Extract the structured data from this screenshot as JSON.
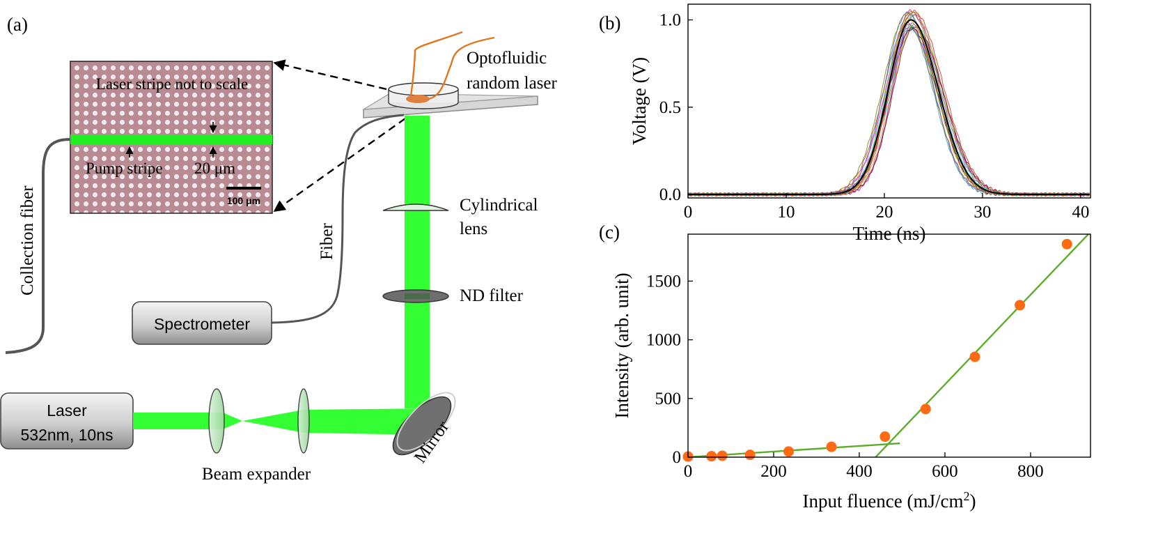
{
  "panels": {
    "a": "(a)",
    "b": "(b)",
    "c": "(c)"
  },
  "setup": {
    "inset_title": "Laser stripe not to scale",
    "pump_stripe": "Pump stripe",
    "stripe_width": "20 μm",
    "scale_bar": "100 μm",
    "collection_fiber": "Collection fiber",
    "fiber": "Fiber",
    "optofluidic_line1": "Optofluidic",
    "optofluidic_line2": "random laser",
    "cyl_lens_line1": "Cylindrical",
    "cyl_lens_line2": "lens",
    "nd_filter": "ND filter",
    "spectrometer": "Spectrometer",
    "laser_line1": "Laser",
    "laser_line2": "532nm, 10ns",
    "beam_expander": "Beam expander",
    "mirror": "Mirror",
    "colors": {
      "beam": "#33ff33",
      "stripe": "#22ee22",
      "tubing": "#e0761e",
      "sample": "#e08040"
    }
  },
  "chart_data": [
    {
      "type": "line",
      "panel": "b",
      "xlabel": "Time (ns)",
      "ylabel": "Voltage (V)",
      "xlim": [
        0,
        41
      ],
      "ylim": [
        -0.02,
        1.09
      ],
      "xticks": [
        0,
        10,
        20,
        30,
        40
      ],
      "yticks": [
        0.0,
        0.5,
        1.0
      ],
      "ytick_labels": [
        "0.0",
        "0.5",
        "1.0"
      ],
      "mean_pulse": {
        "center_ns": 22.7,
        "peak_v": 1.0,
        "rise_sigma_ns": 2.3,
        "fall_sigma_ns": 2.8,
        "baseline_v": 0.0
      },
      "overlay_traces": 22,
      "colors": {
        "mean": "#000000",
        "traces": [
          "#e6194b",
          "#3cb44b",
          "#ffbf00",
          "#4363d8",
          "#f58231",
          "#911eb4",
          "#42d4f4",
          "#f032e6",
          "#bfef45",
          "#fabed4",
          "#469990",
          "#9a6324",
          "#800000",
          "#aaffc3",
          "#808000",
          "#000075",
          "#a9a9a9",
          "#ff7f0e",
          "#2ca02c",
          "#d62728",
          "#9467bd",
          "#8c564b"
        ]
      }
    },
    {
      "type": "scatter",
      "panel": "c",
      "xlabel": "Input fluence (mJ/cm",
      "xlabel_sup": "2",
      "xlabel_end": ")",
      "ylabel": "Intensity (arb. unit)",
      "xlim": [
        0,
        940
      ],
      "ylim": [
        0,
        1900
      ],
      "xticks": [
        0,
        200,
        400,
        600,
        800
      ],
      "yticks": [
        0,
        500,
        1000,
        1500
      ],
      "points": [
        {
          "x": 0,
          "y": 5
        },
        {
          "x": 55,
          "y": 8
        },
        {
          "x": 80,
          "y": 12
        },
        {
          "x": 145,
          "y": 20
        },
        {
          "x": 235,
          "y": 48
        },
        {
          "x": 335,
          "y": 88
        },
        {
          "x": 460,
          "y": 175
        },
        {
          "x": 555,
          "y": 410
        },
        {
          "x": 670,
          "y": 855
        },
        {
          "x": 775,
          "y": 1295
        },
        {
          "x": 885,
          "y": 1815
        }
      ],
      "fit_lines": [
        {
          "x": [
            0,
            495
          ],
          "y": [
            0,
            118
          ]
        },
        {
          "x": [
            438,
            935
          ],
          "y": [
            0,
            1900
          ]
        }
      ],
      "colors": {
        "points": "#ff6a13",
        "fit": "#5cad2a"
      }
    }
  ]
}
